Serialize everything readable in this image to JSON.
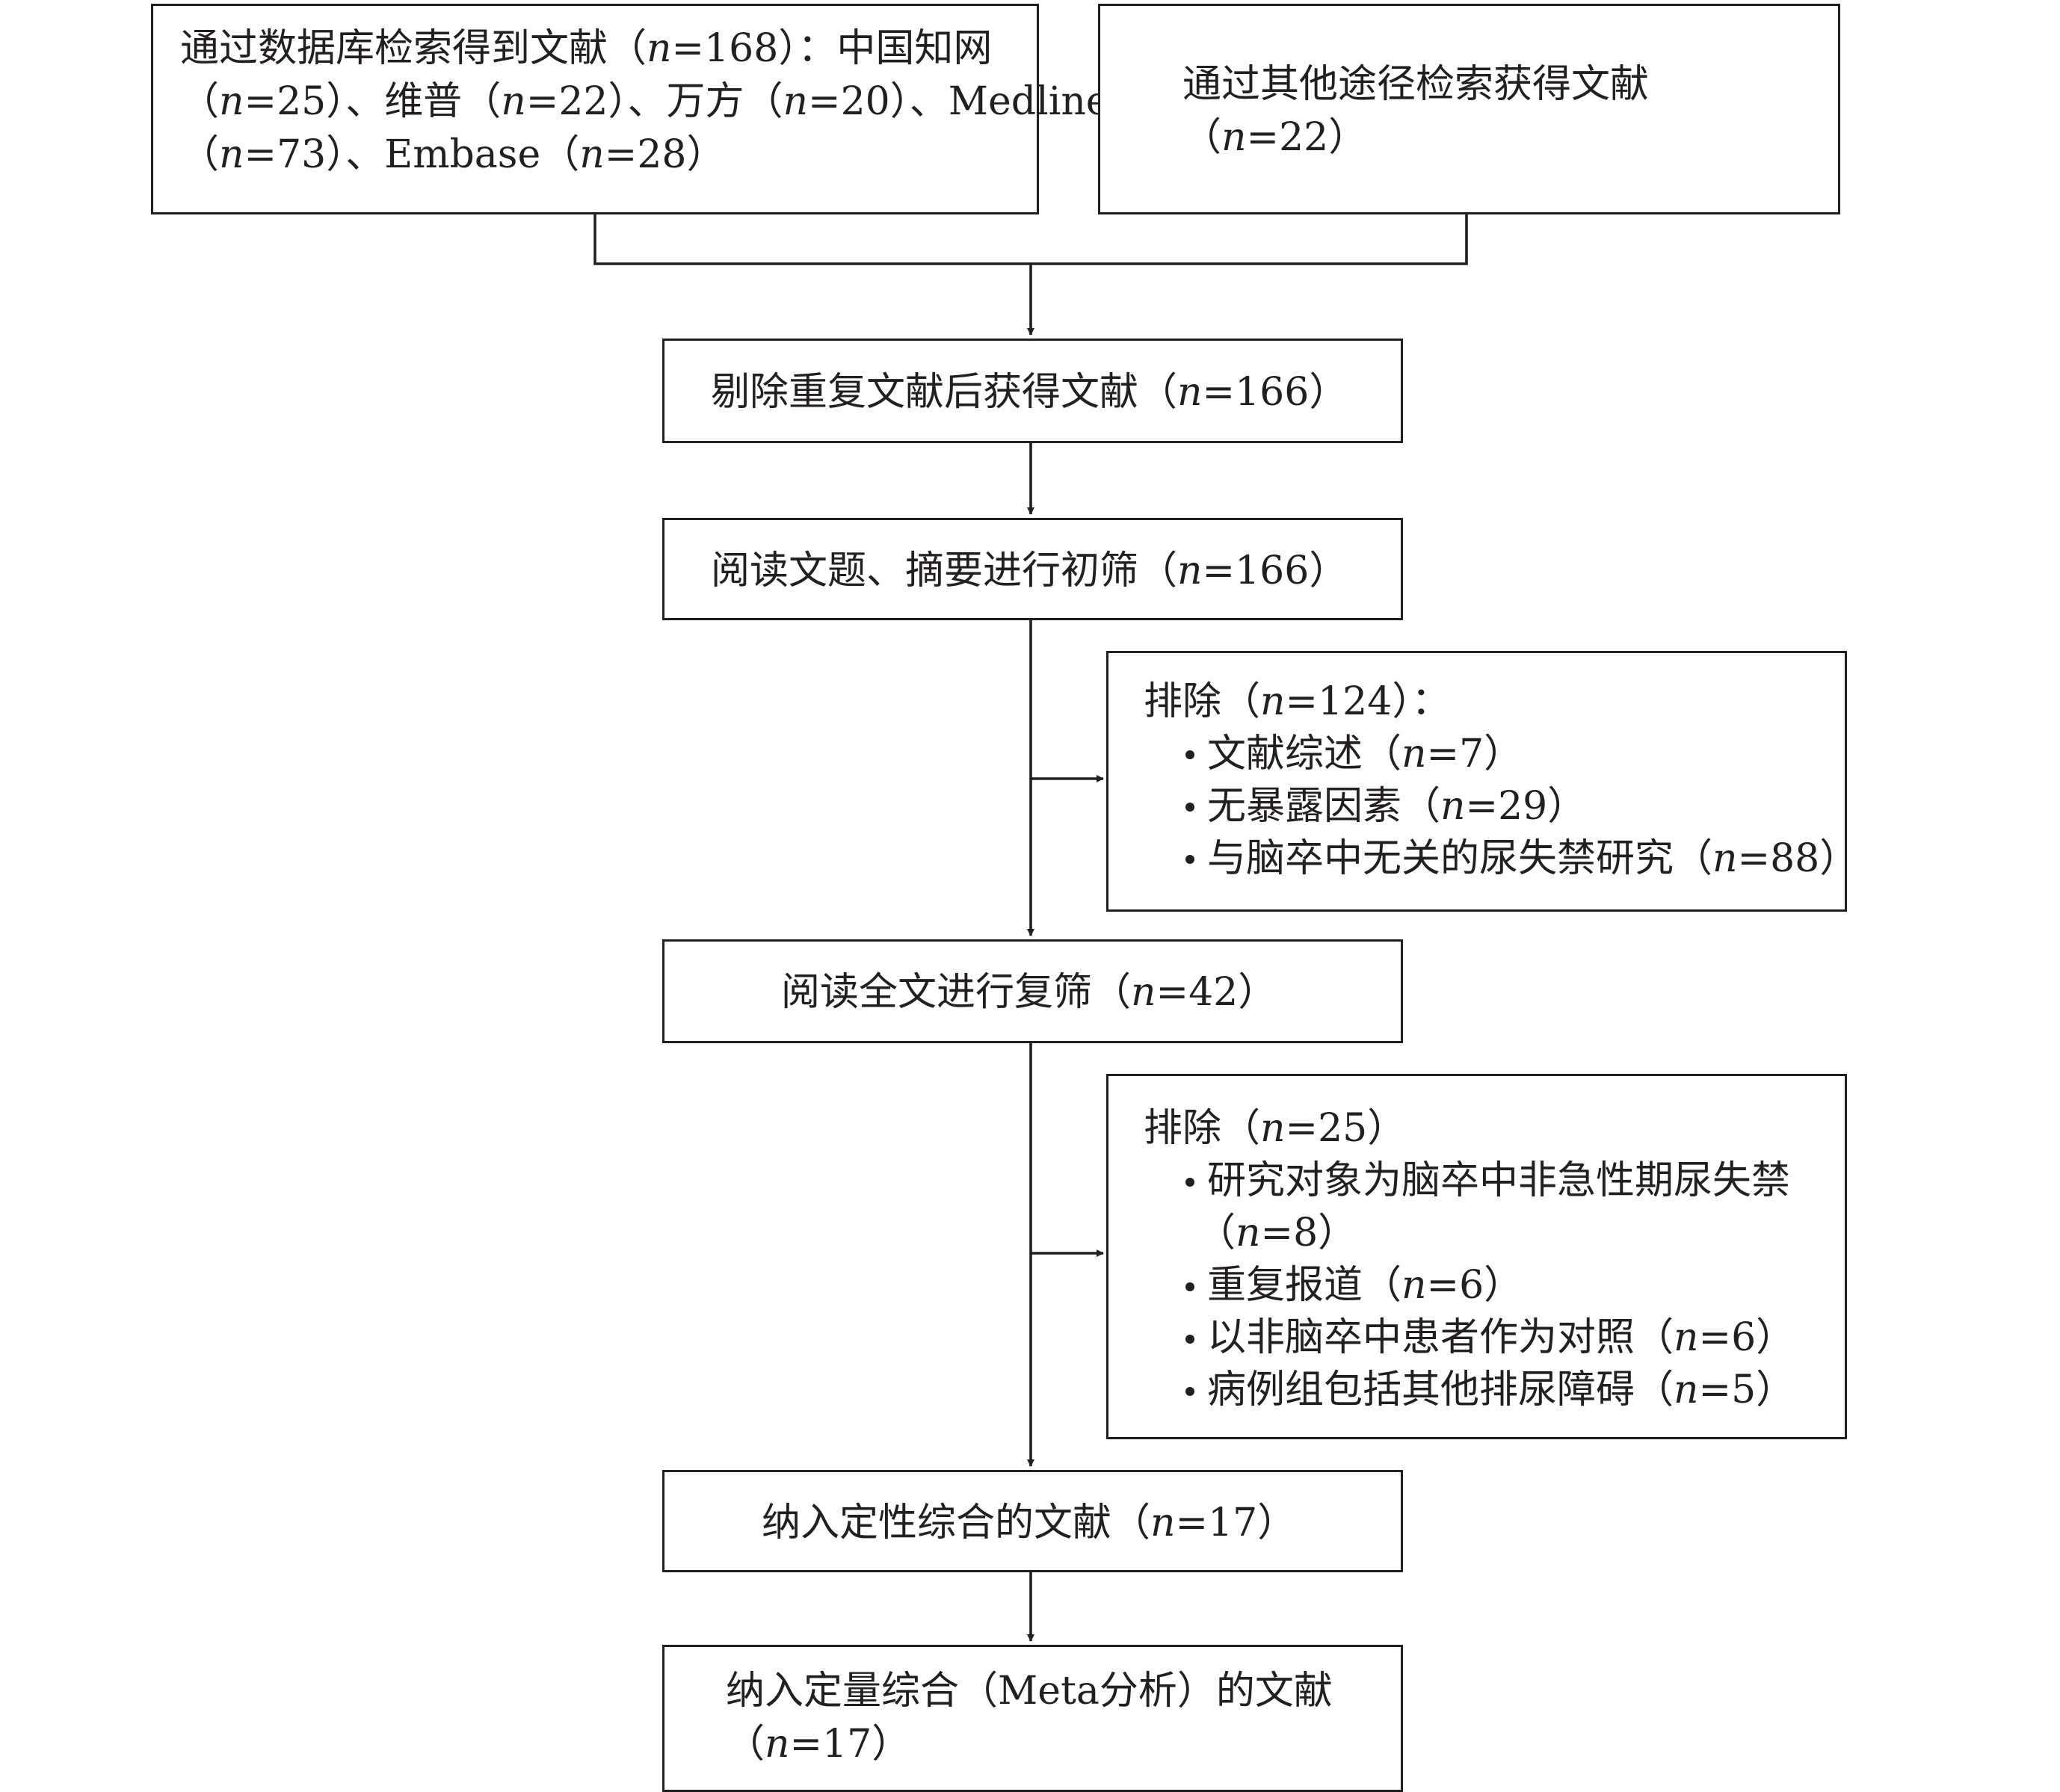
{
  "colors": {
    "stroke": "#231f20",
    "background": "#ffffff"
  },
  "boxes": {
    "database_search": {
      "line1_pre": "通过数据库检索得到文献（",
      "line1_n": "n",
      "line1_post": "=168）：中国知网",
      "line2_p1": "（",
      "line2_n1": "n",
      "line2_p2": "=25）、维普（",
      "line2_n2": "n",
      "line2_p3": "=22）、万方（",
      "line2_n3": "n",
      "line2_p4": "=20）、Medline",
      "line3_p1": "（",
      "line3_n1": "n",
      "line3_p2": "=73）、Embase（",
      "line3_n2": "n",
      "line3_p3": "=28）"
    },
    "other_sources": {
      "line1": "通过其他途径检索获得文献",
      "line2_pre": "（",
      "line2_n": "n",
      "line2_post": "=22）"
    },
    "after_dedup": {
      "pre": "剔除重复文献后获得文献（",
      "n": "n",
      "post": "=166）"
    },
    "title_abstract_screen": {
      "pre": "阅读文题、摘要进行初筛（",
      "n": "n",
      "post": "=166）"
    },
    "exclusion_1": {
      "header_pre": "排除（",
      "header_n": "n",
      "header_post": "=124）：",
      "items": [
        {
          "pre": "文献综述（",
          "n": "n",
          "post": "=7）"
        },
        {
          "pre": "无暴露因素（",
          "n": "n",
          "post": "=29）"
        },
        {
          "pre": "与脑卒中无关的尿失禁研究（",
          "n": "n",
          "post": "=88）"
        }
      ]
    },
    "full_text_screen": {
      "pre": "阅读全文进行复筛（",
      "n": "n",
      "post": "=42）"
    },
    "exclusion_2": {
      "header_pre": "排除（",
      "header_n": "n",
      "header_post": "=25）",
      "item0_line1": "研究对象为脑卒中非急性期尿失禁",
      "item0_line2_pre": "（",
      "item0_line2_n": "n",
      "item0_line2_post": "=8）",
      "items": [
        {
          "pre": "重复报道（",
          "n": "n",
          "post": "=6）"
        },
        {
          "pre": "以非脑卒中患者作为对照（",
          "n": "n",
          "post": "=6）"
        },
        {
          "pre": "病例组包括其他排尿障碍（",
          "n": "n",
          "post": "=5）"
        }
      ]
    },
    "qualitative_synthesis": {
      "pre": "纳入定性综合的文献（",
      "n": "n",
      "post": "=17）"
    },
    "quantitative_synthesis": {
      "line1": "纳入定量综合（Meta分析）的文献",
      "line2_pre": "（",
      "line2_n": "n",
      "line2_post": "=17）"
    }
  }
}
